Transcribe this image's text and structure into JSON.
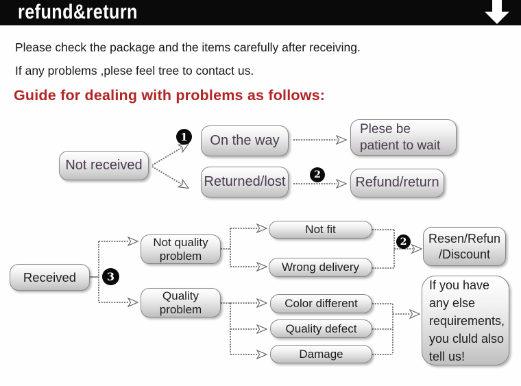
{
  "header": {
    "title": "refund&return"
  },
  "intro": {
    "line1": "Please check the package and the items carefully after receiving.",
    "line2": "If any problems ,plese feel tree to contact us.",
    "heading": "Guide for dealing with problems as follows:"
  },
  "flow1": {
    "not_received": "Not received",
    "badge_1": "1",
    "on_the_way": "On the way",
    "returned_lost": "Returned/lost",
    "badge_2": "2",
    "patient": [
      "Plese be",
      "patient to wait"
    ],
    "refund_return": "Refund/return"
  },
  "flow2": {
    "received": "Received",
    "badge_3": "3",
    "not_quality": [
      "Not quality",
      "problem"
    ],
    "quality": [
      "Quality",
      "problem"
    ],
    "not_fit": "Not fit",
    "wrong_delivery": "Wrong delivery",
    "badge_2": "2",
    "resen": [
      "Resen/Refun",
      "/Discount"
    ],
    "color_different": "Color different",
    "quality_defect": "Quality defect",
    "damage": "Damage",
    "more": [
      "If you have",
      "any else",
      "requirements,",
      "you cluld also",
      "tell us!"
    ]
  },
  "colors": {
    "bar_bg": "#0a0a0a",
    "heading_red": "#b32424",
    "node_border": "#858585",
    "node_text_dark": "#1c1c1c",
    "node_text_purple": "#4b3950",
    "connector_gray": "#666666",
    "badge_bg": "#0a0a0a"
  }
}
